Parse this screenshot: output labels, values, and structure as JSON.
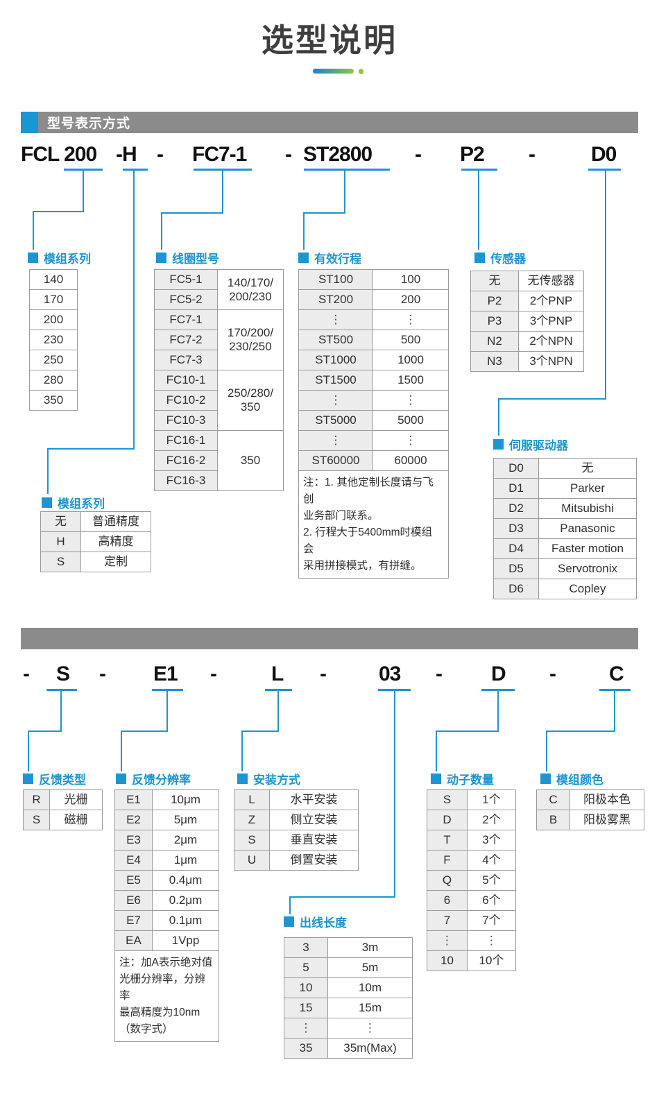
{
  "title": "选型说明",
  "colors": {
    "accent_blue": "#1b95d4",
    "bar_gray": "#8b8b8b",
    "gradient_blue": "#1d7fd3",
    "gradient_green": "#8dc63f"
  },
  "section1": {
    "bar_label": "型号表示方式",
    "model_parts": [
      "FCL 200",
      "-H",
      "-",
      "FC7-1",
      "-",
      "ST2800",
      "-",
      "P2",
      "-",
      "D0"
    ],
    "groups": {
      "module_series": {
        "label": "模组系列",
        "values": [
          "140",
          "170",
          "200",
          "230",
          "250",
          "280",
          "350"
        ]
      },
      "coil_model": {
        "label": "线圈型号",
        "groups": [
          {
            "codes": [
              "FC5-1",
              "FC5-2"
            ],
            "range": "140/170/\n200/230"
          },
          {
            "codes": [
              "FC7-1",
              "FC7-2",
              "FC7-3"
            ],
            "range": "170/200/\n230/250"
          },
          {
            "codes": [
              "FC10-1",
              "FC10-2",
              "FC10-3"
            ],
            "range": "250/280/\n350"
          },
          {
            "codes": [
              "FC16-1",
              "FC16-2",
              "FC16-3"
            ],
            "range": "350"
          }
        ]
      },
      "stroke": {
        "label": "有效行程",
        "rows": [
          [
            "ST100",
            "100"
          ],
          [
            "ST200",
            "200"
          ],
          [
            "⋮",
            "⋮"
          ],
          [
            "ST500",
            "500"
          ],
          [
            "ST1000",
            "1000"
          ],
          [
            "ST1500",
            "1500"
          ],
          [
            "⋮",
            "⋮"
          ],
          [
            "ST5000",
            "5000"
          ],
          [
            "⋮",
            "⋮"
          ],
          [
            "ST60000",
            "60000"
          ]
        ],
        "note": "注：1. 其他定制长度请与飞创\n业务部门联系。\n2. 行程大于5400mm时模组 会\n采用拼接模式，有拼缝。"
      },
      "sensor": {
        "label": "传感器",
        "rows": [
          [
            "无",
            "无传感器"
          ],
          [
            "P2",
            "2个PNP"
          ],
          [
            "P3",
            "3个PNP"
          ],
          [
            "N2",
            "2个NPN"
          ],
          [
            "N3",
            "3个NPN"
          ]
        ]
      },
      "servo_driver": {
        "label": "伺服驱动器",
        "rows": [
          [
            "D0",
            "无"
          ],
          [
            "D1",
            "Parker"
          ],
          [
            "D2",
            "Mitsubishi"
          ],
          [
            "D3",
            "Panasonic"
          ],
          [
            "D4",
            "Faster motion"
          ],
          [
            "D5",
            "Servotronix"
          ],
          [
            "D6",
            "Copley"
          ]
        ]
      },
      "precision": {
        "label": "模组系列",
        "rows": [
          [
            "无",
            "普通精度"
          ],
          [
            "H",
            "高精度"
          ],
          [
            "S",
            "定制"
          ]
        ]
      }
    }
  },
  "section2": {
    "model_parts": [
      "-",
      "S",
      "-",
      "E1",
      "-",
      "L",
      "-",
      "03",
      "-",
      "D",
      "-",
      "C"
    ],
    "groups": {
      "feedback_type": {
        "label": "反馈类型",
        "rows": [
          [
            "R",
            "光栅"
          ],
          [
            "S",
            "磁栅"
          ]
        ]
      },
      "feedback_resolution": {
        "label": "反馈分辨率",
        "rows": [
          [
            "E1",
            "10μm"
          ],
          [
            "E2",
            "5μm"
          ],
          [
            "E3",
            "2μm"
          ],
          [
            "E4",
            "1μm"
          ],
          [
            "E5",
            "0.4μm"
          ],
          [
            "E6",
            "0.2μm"
          ],
          [
            "E7",
            "0.1μm"
          ],
          [
            "EA",
            "1Vpp"
          ]
        ],
        "note": "注：加A表示绝对值\n光栅分辨率，分辨率\n最高精度为10nm\n（数字式）"
      },
      "mounting": {
        "label": "安装方式",
        "rows": [
          [
            "L",
            "水平安装"
          ],
          [
            "Z",
            "侧立安装"
          ],
          [
            "S",
            "垂直安装"
          ],
          [
            "U",
            "倒置安装"
          ]
        ]
      },
      "cable_length": {
        "label": "出线长度",
        "rows": [
          [
            "3",
            "3m"
          ],
          [
            "5",
            "5m"
          ],
          [
            "10",
            "10m"
          ],
          [
            "15",
            "15m"
          ],
          [
            "⋮",
            "⋮"
          ],
          [
            "35",
            "35m(Max)"
          ]
        ]
      },
      "mover_count": {
        "label": "动子数量",
        "rows": [
          [
            "S",
            "1个"
          ],
          [
            "D",
            "2个"
          ],
          [
            "T",
            "3个"
          ],
          [
            "F",
            "4个"
          ],
          [
            "Q",
            "5个"
          ],
          [
            "6",
            "6个"
          ],
          [
            "7",
            "7个"
          ],
          [
            "⋮",
            "⋮"
          ],
          [
            "10",
            "10个"
          ]
        ]
      },
      "module_color": {
        "label": "模组颜色",
        "rows": [
          [
            "C",
            "阳极本色"
          ],
          [
            "B",
            "阳极雾黑"
          ]
        ]
      }
    }
  }
}
